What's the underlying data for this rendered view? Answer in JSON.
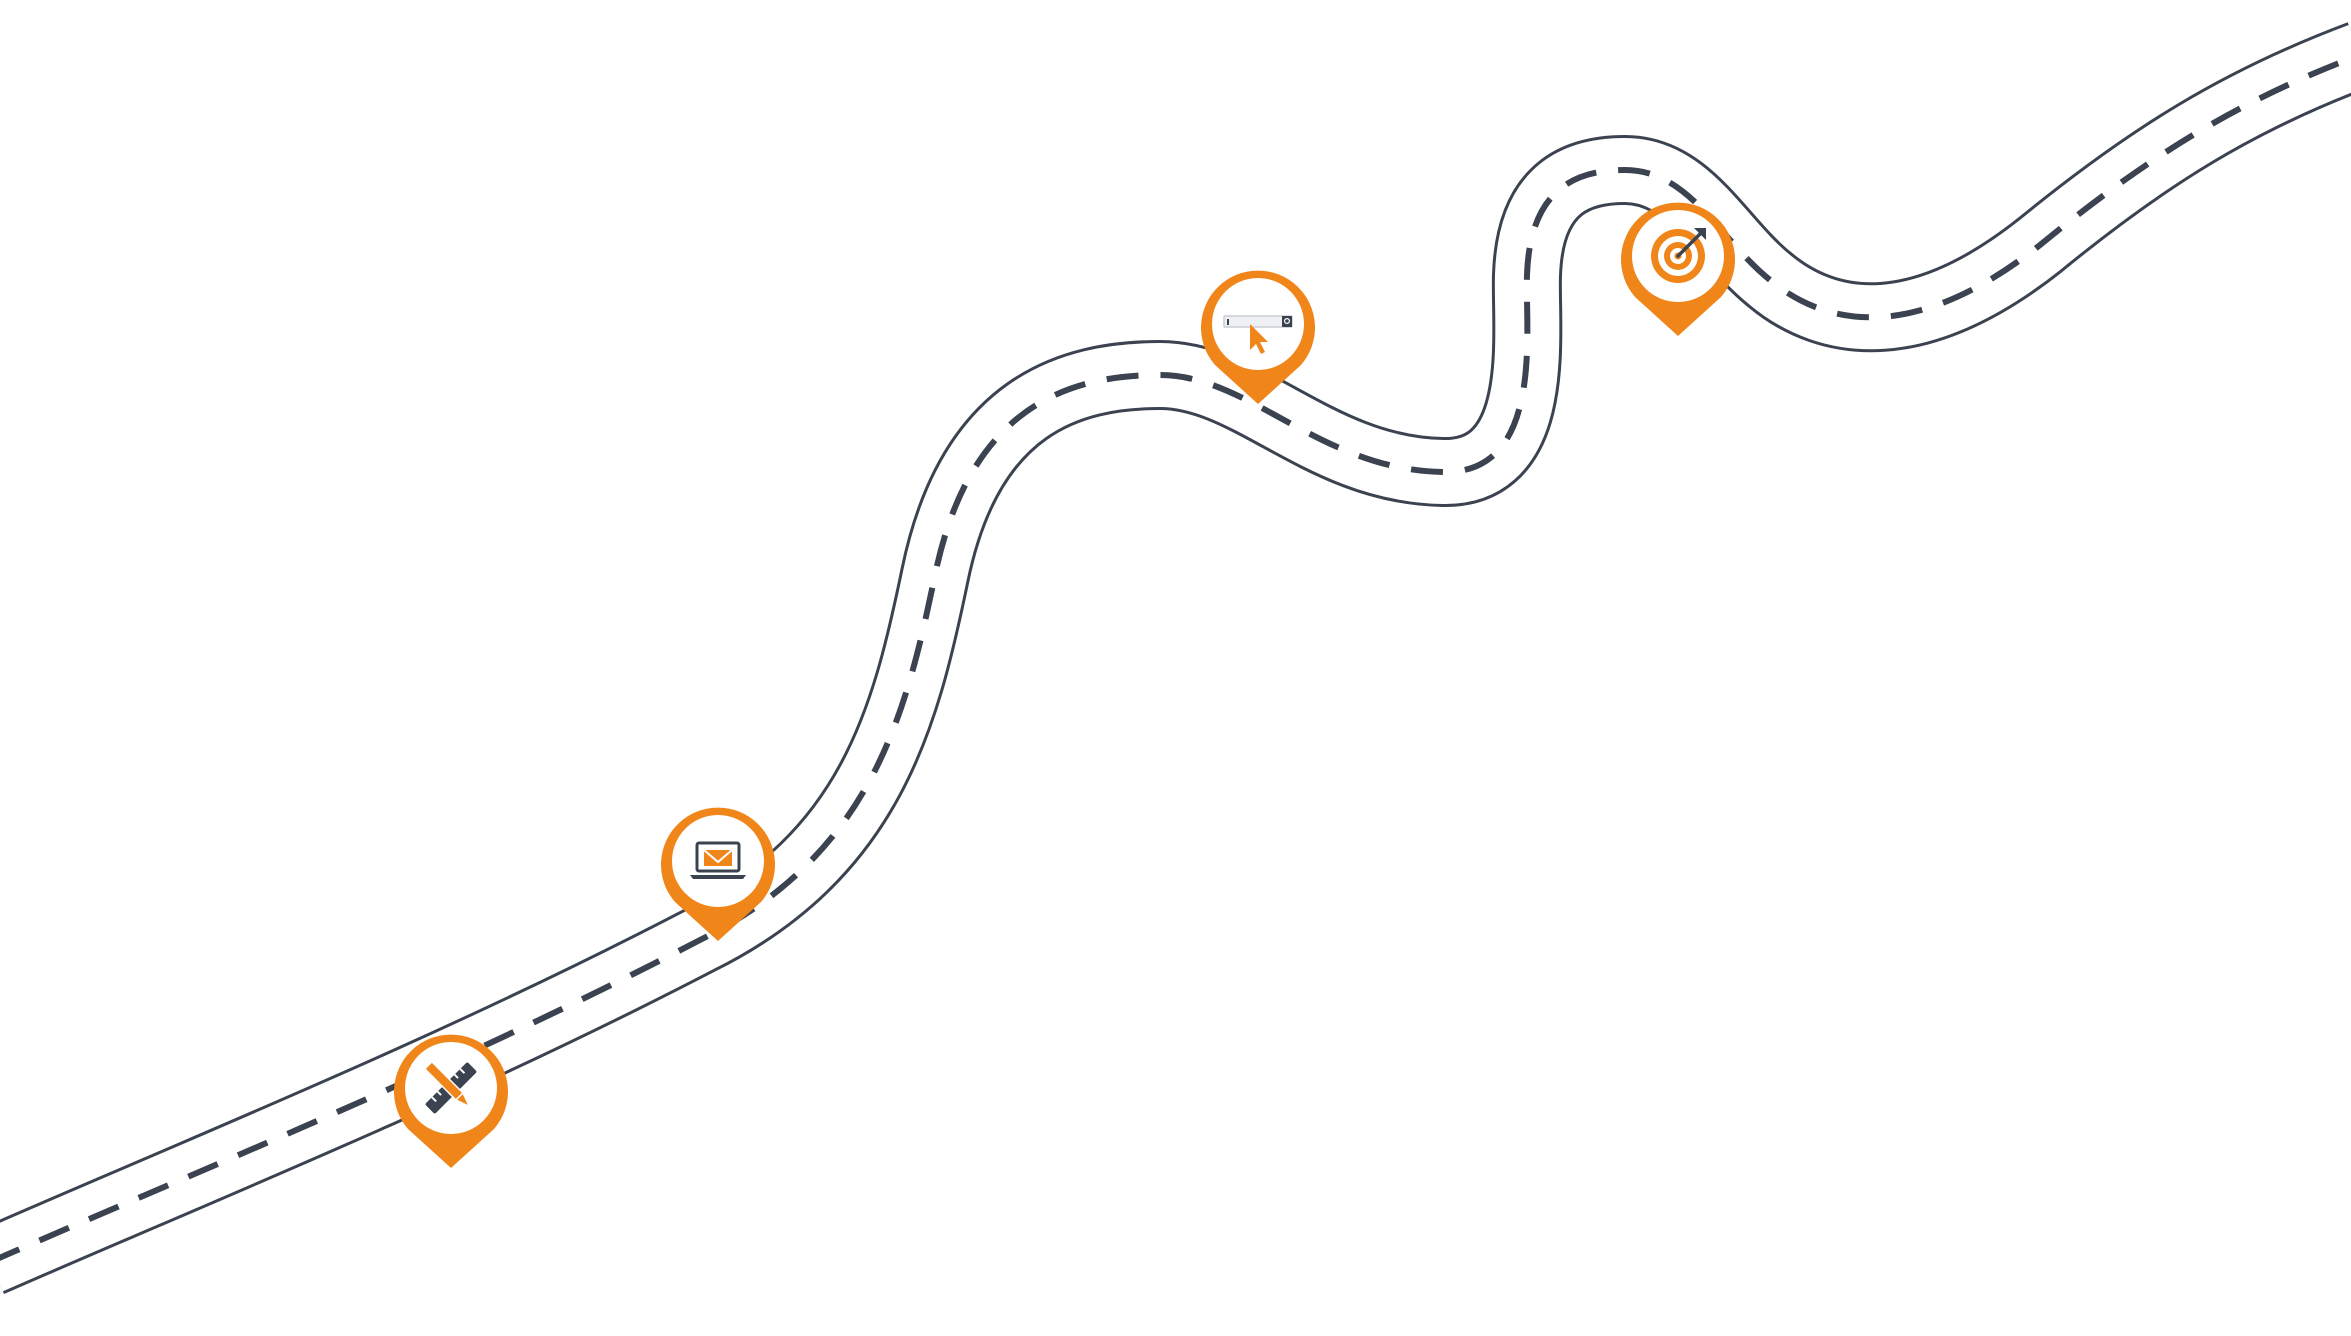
{
  "colors": {
    "background": "#ffffff",
    "road_outline": "#3b4350",
    "road_dash": "#3b4350",
    "pin": "#f08519",
    "pin_inner": "#ffffff",
    "icon_dark": "#3b4350",
    "icon_light": "#c9ced6"
  },
  "road": {
    "style": "two-lane winding road with dashed center line"
  },
  "milestones": [
    {
      "id": "design",
      "icon": "pencil-ruler-icon"
    },
    {
      "id": "email",
      "icon": "laptop-email-icon"
    },
    {
      "id": "search",
      "icon": "search-bar-cursor-icon"
    },
    {
      "id": "target",
      "icon": "target-arrow-icon"
    }
  ]
}
